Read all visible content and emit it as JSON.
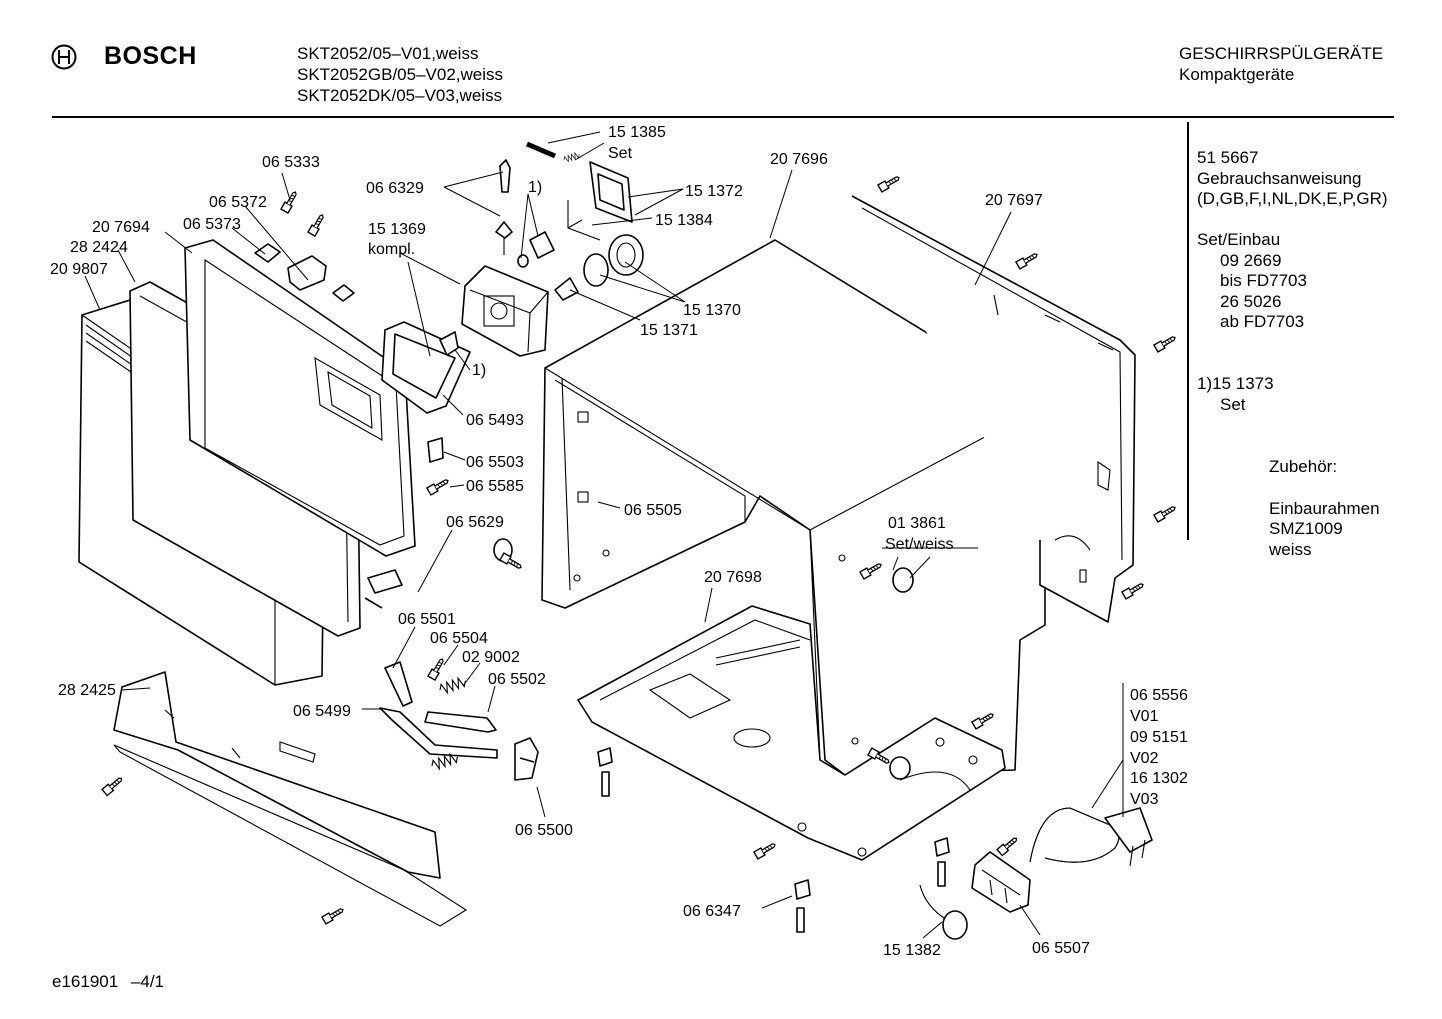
{
  "header": {
    "brand": "BOSCH",
    "models": [
      "SKT2052/05–V01,weiss",
      "SKT2052GB/05–V02,weiss",
      "SKT2052DK/05–V03,weiss"
    ],
    "category": "GESCHIRRSPÜLGERÄTE",
    "subcategory": "Kompaktgeräte"
  },
  "side_notes": {
    "manual_number": "51 5667",
    "manual_title": "Gebrauchsanweisung",
    "manual_languages": "(D,GB,F,I,NL,DK,E,P,GR)",
    "set_title": "Set/Einbau",
    "set_1": "09 2669",
    "set_1_note": "bis FD7703",
    "set_2": "26 5026",
    "set_2_note": "ab FD7703",
    "footnote_ref": "1)15 1373",
    "footnote_set": "Set",
    "accessories_title": "Zubehör:",
    "accessory_1": "Einbaurahmen",
    "accessory_2": "SMZ1009",
    "accessory_3": "weiss"
  },
  "labels": {
    "p151385": "15 1385",
    "p151385_set": "Set",
    "p065333": "06 5333",
    "p066329": "06 6329",
    "fn1_a": "1)",
    "p151372": "15 1372",
    "p207696": "20 7696",
    "p207697": "20 7697",
    "p065372": "06 5372",
    "p151384": "15 1384",
    "p065373": "06 5373",
    "p207694": "20 7694",
    "p151369": "15 1369",
    "p151369_sub": "kompl.",
    "p282424": "28 2424",
    "p209807": "20 9807",
    "p151370": "15 1370",
    "p151371": "15 1371",
    "fn1_b": "1)",
    "p065493": "06 5493",
    "p065503": "06 5503",
    "p065585": "06 5585",
    "p065505": "06 5505",
    "p065629": "06 5629",
    "p013861": "01 3861",
    "p013861_sub": "Set/weiss",
    "p207698": "20 7698",
    "p065501": "06 5501",
    "p065504": "06 5504",
    "p029002": "02 9002",
    "p065502": "06 5502",
    "p282425": "28 2425",
    "p065499": "06 5499",
    "p065500": "06 5500",
    "cord_1": "06 5556",
    "cord_1v": "V01",
    "cord_2": "09 5151",
    "cord_2v": "V02",
    "cord_3": "16 1302",
    "cord_3v": "V03",
    "p066347": "06 6347",
    "p151382": "15 1382",
    "p065507": "06 5507"
  },
  "footer": {
    "drawing_id": "e161901",
    "page": "–4/1"
  }
}
